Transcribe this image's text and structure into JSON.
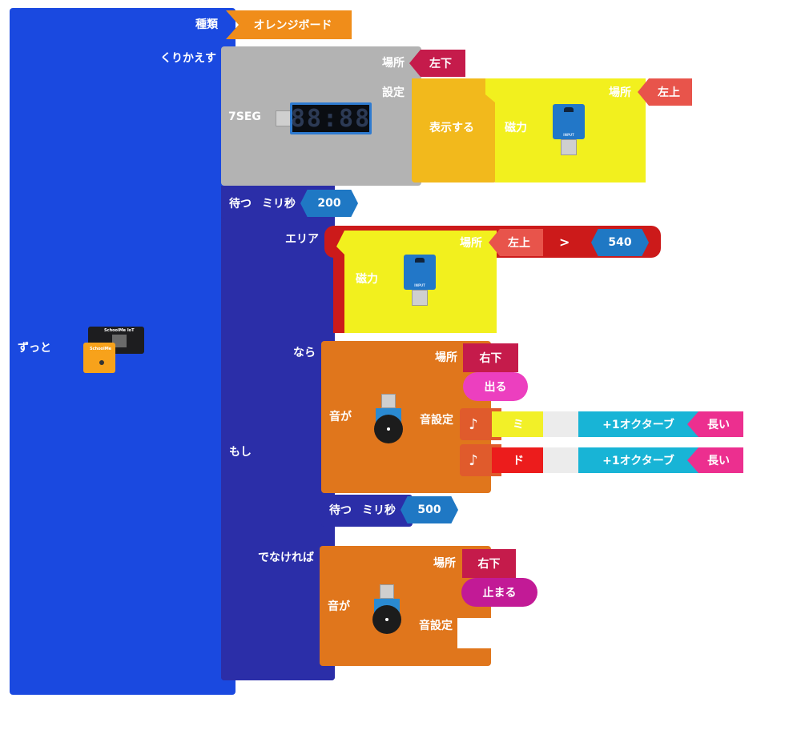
{
  "forever": {
    "label": "ずっと"
  },
  "board": {
    "logo_top": "SchoolMe IoT",
    "logo_bottom": "SchoolMe"
  },
  "board_type": {
    "label": "種類",
    "value": "オレンジボード"
  },
  "repeat": {
    "label": "くりかえす"
  },
  "seg_block": {
    "name": "7SEG",
    "display": "88:88",
    "location_label": "場所",
    "location_value": "左下",
    "setting_label": "設定",
    "show_label": "表示する",
    "magnet_label": "磁力",
    "magnet_location_label": "場所",
    "magnet_location_value": "左上"
  },
  "wait1": {
    "label": "待つ",
    "unit": "ミリ秒",
    "value": "200"
  },
  "if_block": {
    "if_label": "もし",
    "area_label": "エリア",
    "magnet_label": "磁力",
    "location_label": "場所",
    "location_value": "左上",
    "operator": ">",
    "threshold": "540",
    "then_label": "なら",
    "else_label": "でなければ"
  },
  "sound_on": {
    "label": "音が",
    "location_label": "場所",
    "location_value": "右下",
    "action": "出る",
    "setting_label": "音設定",
    "notes": [
      {
        "symbol": "♪",
        "pitch": "ミ",
        "octave": "+1オクターブ",
        "length": "長い",
        "color": "#f2f028"
      },
      {
        "symbol": "♪",
        "pitch": "ド",
        "octave": "+1オクターブ",
        "length": "長い",
        "color": "#ec1c1c"
      }
    ]
  },
  "wait2": {
    "label": "待つ",
    "unit": "ミリ秒",
    "value": "500"
  },
  "sound_off": {
    "label": "音が",
    "location_label": "場所",
    "location_value": "右下",
    "action": "止まる",
    "setting_label": "音設定"
  },
  "colors": {
    "forever_blue": "#1a49e0",
    "control_navy": "#2b2ea8",
    "seg_gray": "#b3b3b3",
    "setting_gold": "#f2b91c",
    "sensor_yellow": "#f2f01e",
    "compare_red": "#cc1a1a",
    "location_red": "#c51b4b",
    "location_coral": "#e8544b",
    "sound_orange": "#e0761c",
    "number_blue": "#1f78c4",
    "action_pink": "#ec3fbf",
    "stop_magenta": "#c21a96",
    "octave_cyan": "#18b4d6",
    "length_pink": "#ec2f8f",
    "type_orange": "#f08d1a"
  }
}
